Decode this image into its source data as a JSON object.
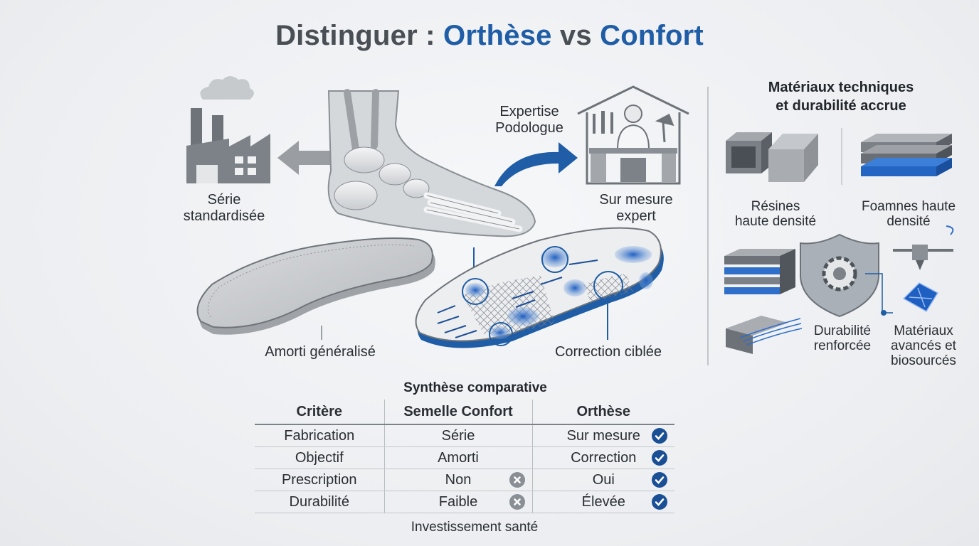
{
  "title": {
    "prefix": "Distinguer : ",
    "term1": "Orthèse",
    "middle": " vs ",
    "term2": "Confort"
  },
  "left": {
    "factory_label_line1": "Série",
    "factory_label_line2": "standardisée",
    "comfort_insole_label": "Amorti généralisé"
  },
  "right": {
    "expertise_line1": "Expertise",
    "expertise_line2": "Podologue",
    "workshop_line1": "Sur mesure",
    "workshop_line2": "expert",
    "orthotic_label": "Correction ciblée"
  },
  "materials": {
    "title_line1": "Matériaux techniques",
    "title_line2": "et durabilité accrue",
    "items": [
      {
        "icon": "resin-blocks-icon",
        "line1": "Résines",
        "line2": "haute densité"
      },
      {
        "icon": "foam-layers-icon",
        "line1": "Foamnes haute",
        "line2": "densité"
      },
      {
        "icon": "shield-gear-icon",
        "line1": "Durabilité",
        "line2": "renforcée"
      },
      {
        "icon": "3d-printer-icon",
        "line1": "Matériaux",
        "line2": "avancés et",
        "line3": "biosourcés"
      }
    ]
  },
  "table": {
    "title": "Synthèse comparative",
    "headers": [
      "Critère",
      "Semelle Confort",
      "Orthèse"
    ],
    "rows": [
      {
        "criterion": "Fabrication",
        "comfort": "Série",
        "orthotic": "Sur mesure",
        "comfort_mark": "",
        "orthotic_mark": "check"
      },
      {
        "criterion": "Objectif",
        "comfort": "Amorti",
        "orthotic": "Correction",
        "comfort_mark": "",
        "orthotic_mark": "check"
      },
      {
        "criterion": "Prescription",
        "comfort": "Non",
        "orthotic": "Oui",
        "comfort_mark": "cross",
        "orthotic_mark": "check"
      },
      {
        "criterion": "Durabilité",
        "comfort": "Faible",
        "orthotic": "Élevée",
        "comfort_mark": "cross",
        "orthotic_mark": "check"
      }
    ],
    "footer": "Investissement santé"
  },
  "colors": {
    "accent_blue": "#1f5da6",
    "check_blue": "#1b4f95",
    "cross_gray": "#8a8f95",
    "title_gray": "#4a4f55"
  }
}
